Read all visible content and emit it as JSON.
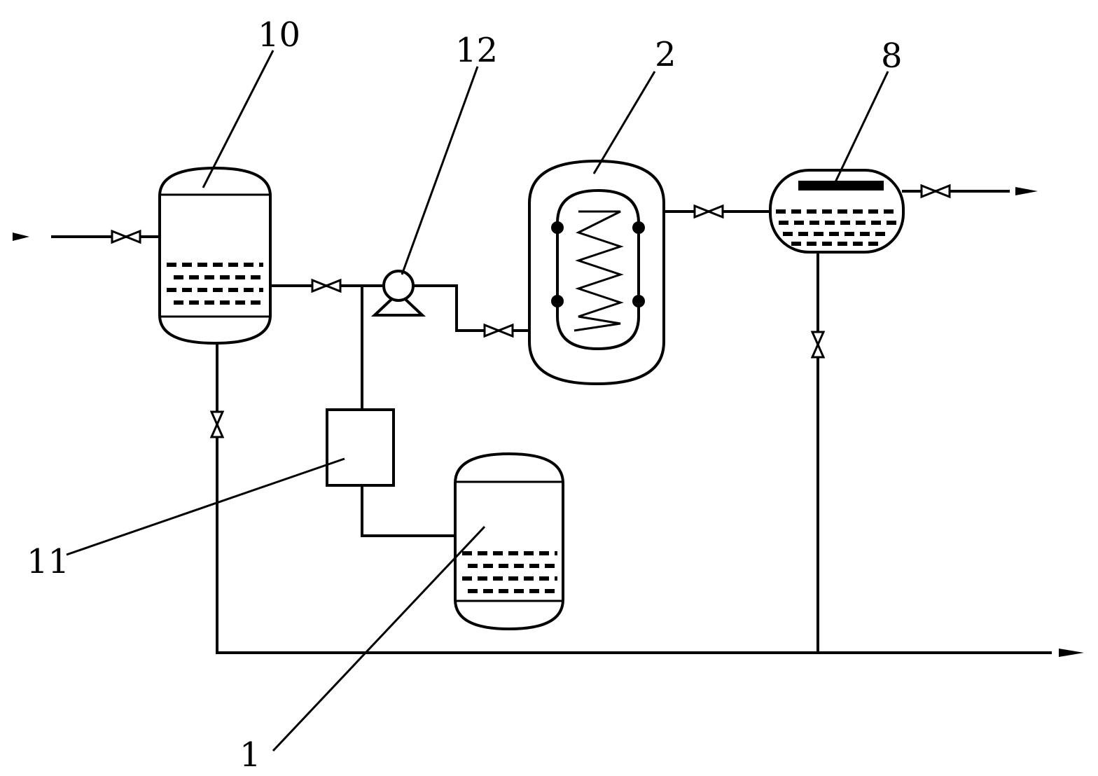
{
  "labels": {
    "tank_10": "10",
    "pump_12": "12",
    "reactor_2": "2",
    "separator_8": "8",
    "filter_11": "11",
    "tank_1": "1"
  }
}
